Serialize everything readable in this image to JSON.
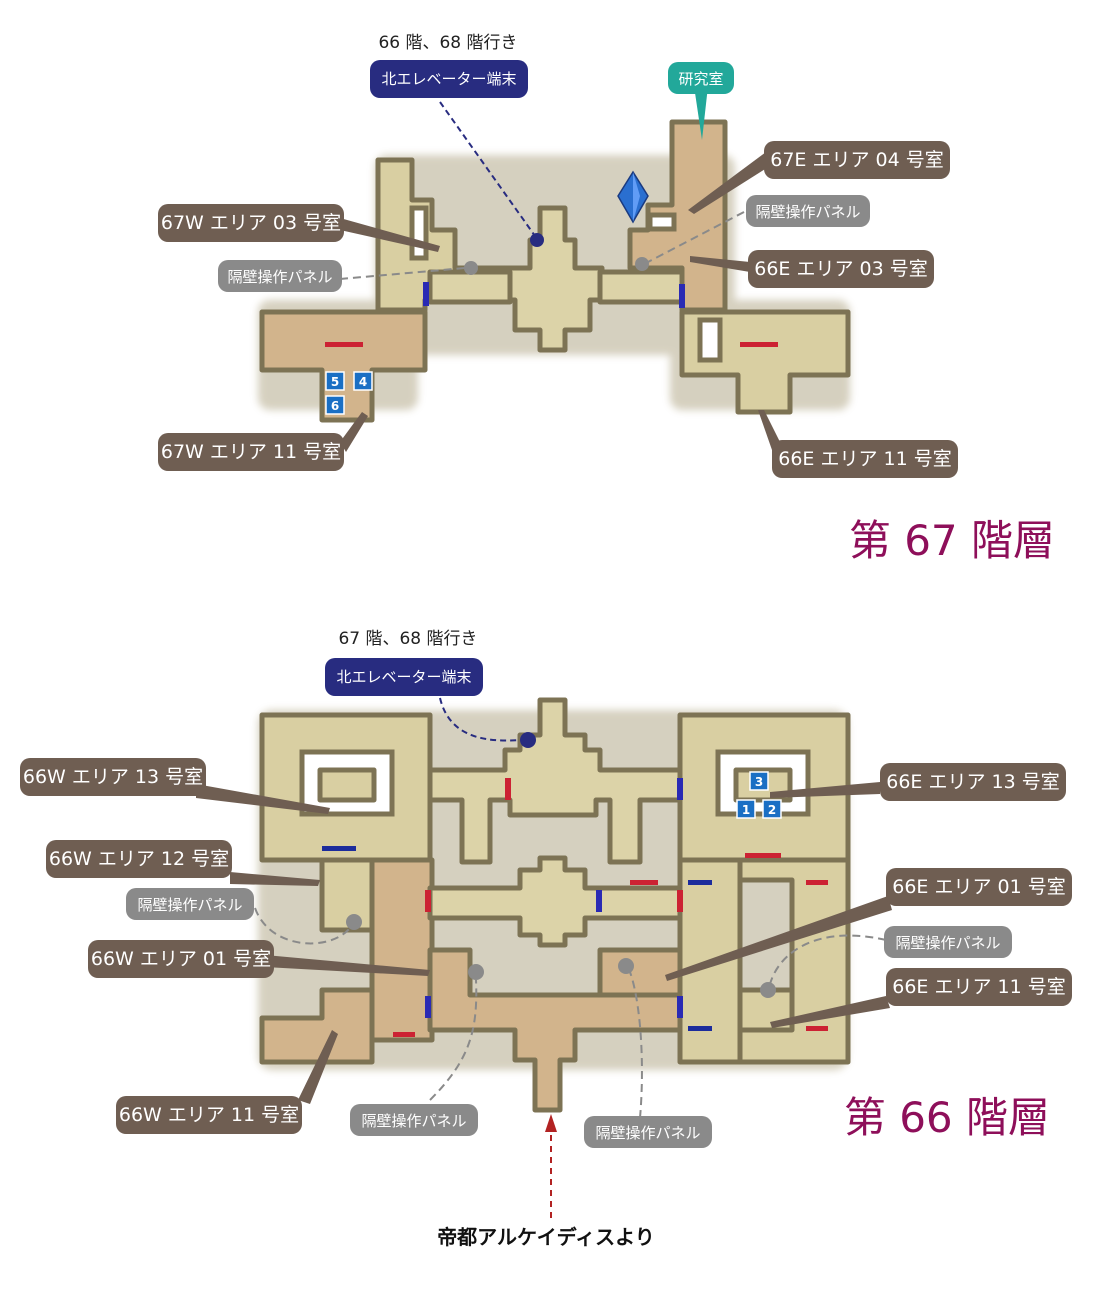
{
  "floors": [
    {
      "title": "第 67 階層",
      "destination": "66 階、68 階行き",
      "elevator": "北エレベーター端末",
      "lab": "研究室",
      "rooms": {
        "w03": "67W エリア 03 号室",
        "w11": "67W エリア 11 号室",
        "e04": "67E エリア 04 号室",
        "e03": "66E エリア 03 号室",
        "e11": "66E エリア 11 号室"
      },
      "panel": "隔壁操作パネル",
      "chests": [
        "5",
        "4",
        "6"
      ]
    },
    {
      "title": "第 66 階層",
      "destination": "67 階、68 階行き",
      "elevator": "北エレベーター端末",
      "rooms": {
        "w13": "66W エリア 13 号室",
        "w12": "66W エリア 12 号室",
        "w01": "66W エリア 01 号室",
        "w11": "66W エリア 11 号室",
        "e13": "66E エリア 13 号室",
        "e01": "66E エリア 01 号室",
        "e11": "66E エリア 11 号室"
      },
      "panel": "隔壁操作パネル",
      "chests": [
        "3",
        "1",
        "2"
      ],
      "entrance": "帝都アルケイディスより"
    }
  ],
  "colors": {
    "floor_title": "#8e0f5a",
    "room_label": "#6f5e52",
    "panel_label": "#8a8a8a",
    "elevator_label": "#282c80",
    "lab_label": "#22a89a",
    "door_red": "#cc2233",
    "door_blue": "#2a2ab4",
    "chest": "#1a6fc4"
  },
  "icons": [
    "save-crystal-icon",
    "panel-dot-icon",
    "elevator-dot-icon",
    "treasure-chest-icon"
  ]
}
